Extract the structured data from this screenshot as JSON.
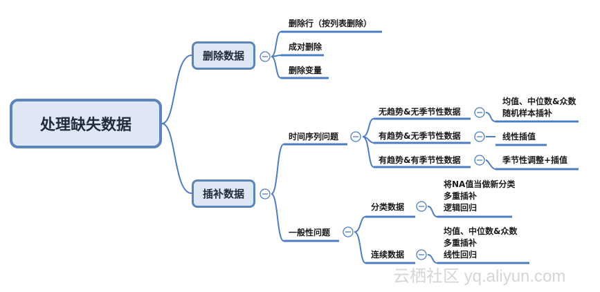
{
  "root": {
    "label": "处理缺失数据"
  },
  "branches": {
    "delete": {
      "label": "删除数据",
      "items": [
        "删除行（按列表删除）",
        "成对删除",
        "删除变量"
      ]
    },
    "impute": {
      "label": "插补数据",
      "time_series": {
        "label": "时间序列问题",
        "cases": [
          {
            "label": "无趋势&无季节性数据",
            "methods": [
              "均值、中位数&众数",
              "随机样本插补"
            ]
          },
          {
            "label": "有趋势&无季节性数据",
            "methods": [
              "线性插值"
            ]
          },
          {
            "label": "有趋势&有季节性数据",
            "methods": [
              "季节性调整+插值"
            ]
          }
        ]
      },
      "general": {
        "label": "一般性问题",
        "cases": [
          {
            "label": "分类数据",
            "methods": [
              "将NA值当做新分类",
              "多重插补",
              "逻辑回归"
            ]
          },
          {
            "label": "连续数据",
            "methods": [
              "均值、中位数&众数",
              "多重插补",
              "线性回归"
            ]
          }
        ]
      }
    }
  },
  "watermark": "云栖社区 yq.aliyun.com",
  "colors": {
    "line": "#4d7cc0",
    "box_fill": "#dfe7f4",
    "box_border": "#5b84bd"
  }
}
